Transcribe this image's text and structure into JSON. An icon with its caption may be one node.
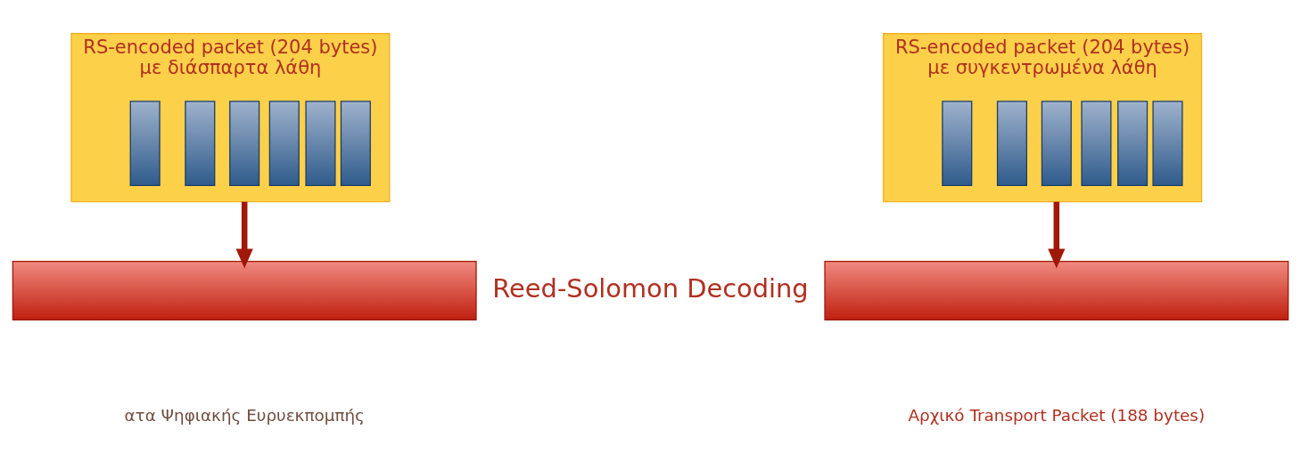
{
  "diagram": {
    "nodes": [
      {
        "text": [
          "RS-encoded packet (204 bytes)",
          "με διάσπαρτα λάθη"
        ]
      },
      {
        "text": [],
        "shape": "bar",
        "in": 0
      },
      {
        "text": [],
        "shape": "bar",
        "in": 0
      },
      {
        "text": [],
        "shape": "bar",
        "in": 0
      },
      {
        "text": [],
        "shape": "bar",
        "in": 0
      },
      {
        "text": [],
        "shape": "bar",
        "in": 0
      },
      {
        "text": [],
        "shape": "bar",
        "in": 0
      },
      {
        "text": [
          "RS-encoded packet (204 bytes)",
          "με συγκεντρωμένα λάθη"
        ]
      },
      {
        "text": [],
        "shape": "bar",
        "in": 7
      },
      {
        "text": [],
        "shape": "bar",
        "in": 7
      },
      {
        "text": [],
        "shape": "bar",
        "in": 7
      },
      {
        "text": [],
        "shape": "bar",
        "in": 7
      },
      {
        "text": [],
        "shape": "bar",
        "in": 7
      },
      {
        "text": [],
        "shape": "bar",
        "in": 7
      },
      {
        "text": [],
        "shape": "box"
      },
      {
        "text": [],
        "shape": "box"
      }
    ],
    "edges": [
      {
        "from": 0,
        "to": 14,
        "arrow": "to"
      },
      {
        "from": 7,
        "to": 15,
        "arrow": "to"
      }
    ],
    "labels": [
      "Reed-Solomon Decoding",
      "ατα Ψηφιακής Ευρυεκπομπής",
      "Αρχικό Transport Packet (188 bytes)"
    ]
  }
}
